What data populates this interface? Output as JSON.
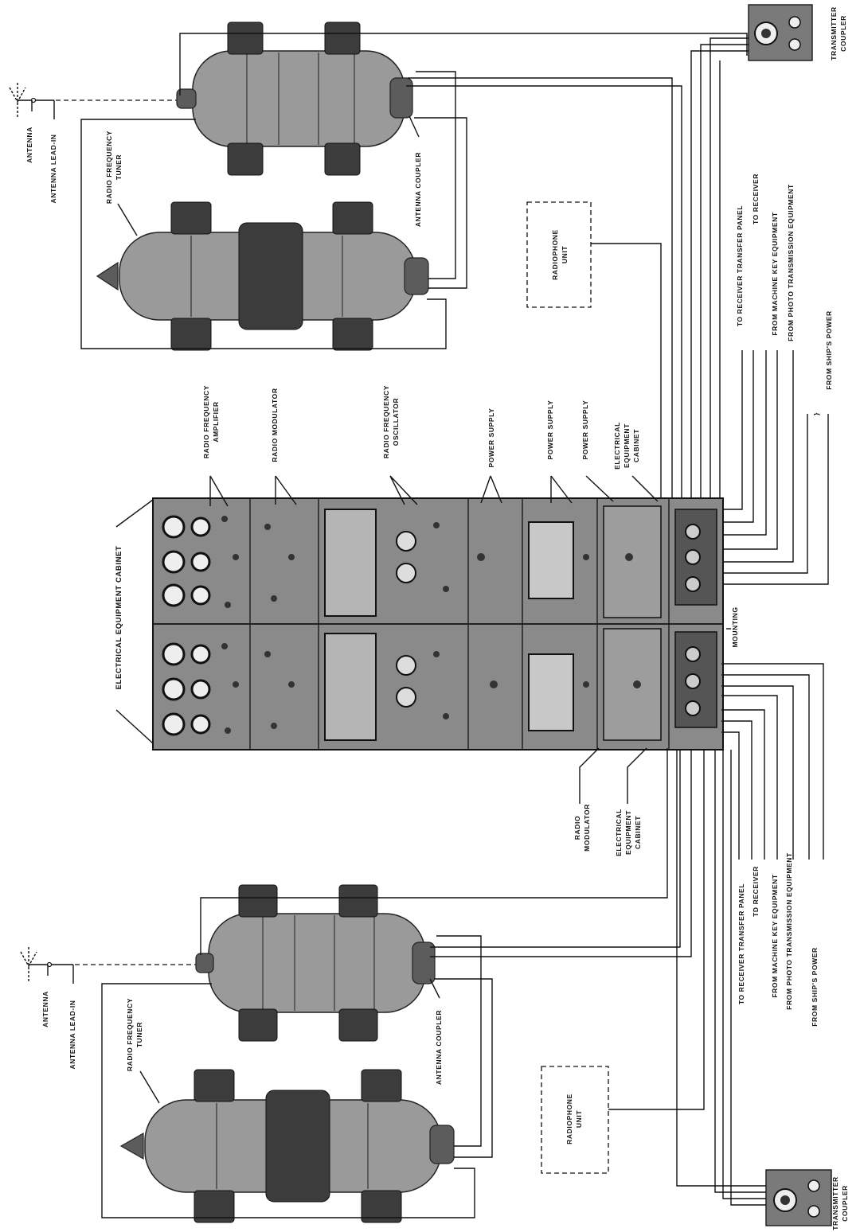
{
  "labels": {
    "antenna": "ANTENNA",
    "antenna_lead_in": "ANTENNA LEAD-IN",
    "radio_frequency_tuner_1": "RADIO FREQUENCY",
    "radio_frequency_tuner_2": "TUNER",
    "antenna_coupler": "ANTENNA COUPLER",
    "radiophone_unit_1": "RADIOPHONE",
    "radiophone_unit_2": "UNIT",
    "transmitter_coupler_1": "TRANSMITTER",
    "transmitter_coupler_2": "COUPLER",
    "electrical_equipment_cabinet": "ELECTRICAL EQUIPMENT CABINET",
    "radio_frequency_amplifier_1": "RADIO FREQUENCY",
    "radio_frequency_amplifier_2": "AMPLIFIER",
    "radio_modulator": "RADIO MODULATOR",
    "radio_frequency_oscillator_1": "RADIO FREQUENCY",
    "radio_frequency_oscillator_2": "OSCILLATOR",
    "power_supply": "POWER SUPPLY",
    "ec_cabinet_1": "ELECTRICAL",
    "ec_cabinet_2": "EQUIPMENT",
    "ec_cabinet_3": "CABINET",
    "mounting": "MOUNTING",
    "radio_1": "RADIO",
    "modulator_2": "MODULATOR",
    "to_receiver_transfer_panel": "TO RECEIVER TRANSFER PANEL",
    "to_receiver": "TO RECEIVER",
    "to_receiver_bottom": "TD RECEIVER",
    "from_machine_key_equipment": "FROM MACHINE KEY EQUIPMENT",
    "from_photo_transmission_equipment": "FROM PHOTO TRANSMISSION EQUIPMENT",
    "from_ships_power": "FROM SHIP'S POWER",
    "from_ships_power_top": "FROM SHIP'S POWER"
  }
}
